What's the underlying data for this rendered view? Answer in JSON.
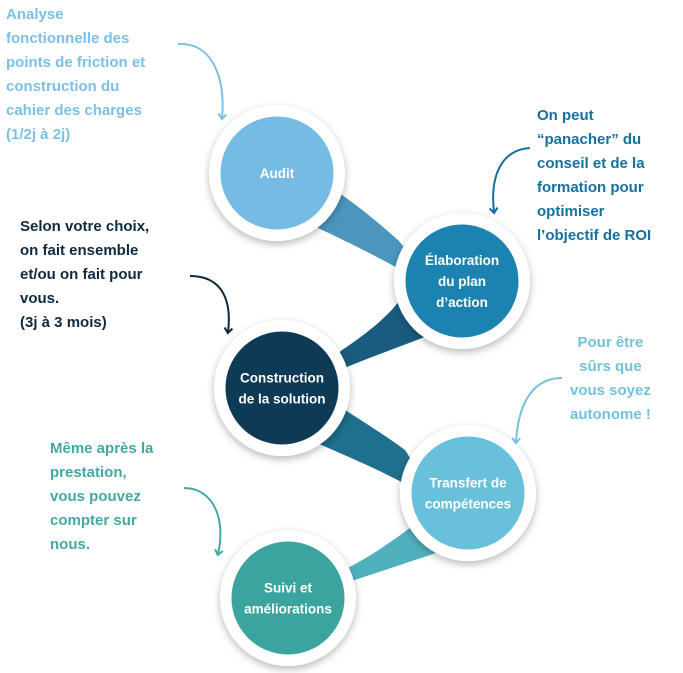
{
  "steps": [
    {
      "label_lines": [
        "Audit"
      ],
      "color": "#76bbe3"
    },
    {
      "label_lines": [
        "Élaboration",
        "du plan",
        "d’action"
      ],
      "color": "#1c82b0"
    },
    {
      "label_lines": [
        "Construction",
        "de la solution"
      ],
      "color": "#0e3a56"
    },
    {
      "label_lines": [
        "Transfert de",
        "compétences"
      ],
      "color": "#69c0da"
    },
    {
      "label_lines": [
        "Suivi et",
        "améliorations"
      ],
      "color": "#3ca49e"
    }
  ],
  "notes": {
    "audit": {
      "text": "Analyse\nfonctionnelle des\npoints de friction et\nconstruction du\ncahier des charges\n(1/2j à 2j)",
      "color": "#7cc0e6"
    },
    "plan": {
      "text": "On peut\n“panacher” du\nconseil et de la\nformation pour\noptimiser\nl’objectif de ROI",
      "color": "#15719f"
    },
    "construction": {
      "text": "Selon votre choix,\non fait ensemble\net/ou on fait pour\nvous.\n(3j à 3 mois)",
      "color": "#0d2a40"
    },
    "transfert": {
      "text": "Pour être\nsûrs que\nvous soyez\nautonome !",
      "color": "#72c2dc"
    },
    "suivi": {
      "text": "Même après la\nprestation,\nvous pouvez\ncompter sur\nnous.",
      "color": "#44a8a2"
    }
  }
}
